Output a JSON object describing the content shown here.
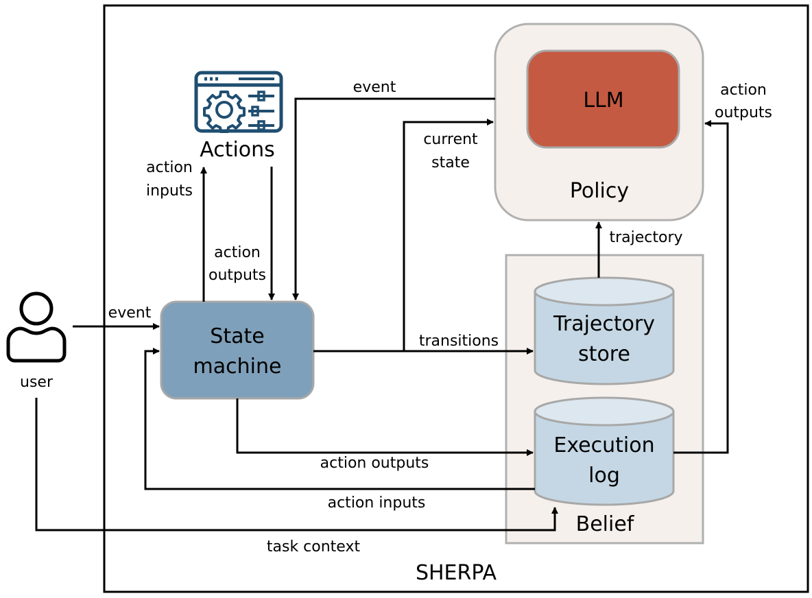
{
  "diagram": {
    "title": "SHERPA",
    "nodes": {
      "user": {
        "label": "user",
        "icon": "user-icon"
      },
      "actions": {
        "label": "Actions",
        "icon": "settings-window-icon"
      },
      "state_machine": {
        "line1": "State",
        "line2": "machine"
      },
      "policy": {
        "label": "Policy"
      },
      "llm": {
        "label": "LLM"
      },
      "belief": {
        "label": "Belief"
      },
      "trajectory_store": {
        "line1": "Trajectory",
        "line2": "store"
      },
      "execution_log": {
        "line1": "Execution",
        "line2": "log"
      }
    },
    "edges": [
      {
        "id": "user-to-state-machine",
        "from": "user",
        "to": "state_machine",
        "label": "event"
      },
      {
        "id": "state-machine-to-actions",
        "from": "state_machine",
        "to": "actions",
        "label_line1": "action",
        "label_line2": "inputs"
      },
      {
        "id": "actions-to-state-machine",
        "from": "actions",
        "to": "state_machine",
        "label_line1": "action",
        "label_line2": "outputs"
      },
      {
        "id": "policy-to-state-machine",
        "from": "policy",
        "to": "state_machine",
        "label": "event"
      },
      {
        "id": "state-machine-to-policy",
        "from": "state_machine",
        "to": "policy",
        "label_line1": "current",
        "label_line2": "state"
      },
      {
        "id": "state-machine-to-trajectory-store",
        "from": "state_machine",
        "to": "trajectory_store",
        "label": "transitions"
      },
      {
        "id": "trajectory-store-to-policy",
        "from": "trajectory_store",
        "to": "policy",
        "label": "trajectory"
      },
      {
        "id": "execution-log-to-policy",
        "from": "execution_log",
        "to": "policy",
        "label_line1": "action",
        "label_line2": "outputs"
      },
      {
        "id": "state-machine-to-execution-log",
        "from": "state_machine",
        "to": "execution_log",
        "label": "action outputs"
      },
      {
        "id": "execution-log-to-state-machine",
        "from": "execution_log",
        "to": "state_machine",
        "label": "action inputs"
      },
      {
        "id": "user-to-belief",
        "from": "user",
        "to": "execution_log",
        "label": "task context"
      }
    ],
    "colors": {
      "state_machine": "#7fa0ba",
      "llm": "#c55a42",
      "policy_bg": "#f5f0ec",
      "belief_bg": "#f5f0ec",
      "cylinder": "#c5d7e4",
      "cylinder_top": "#dce7ef",
      "actions_icon": "#1f4e70",
      "border_gray": "#b0b0b0"
    }
  }
}
